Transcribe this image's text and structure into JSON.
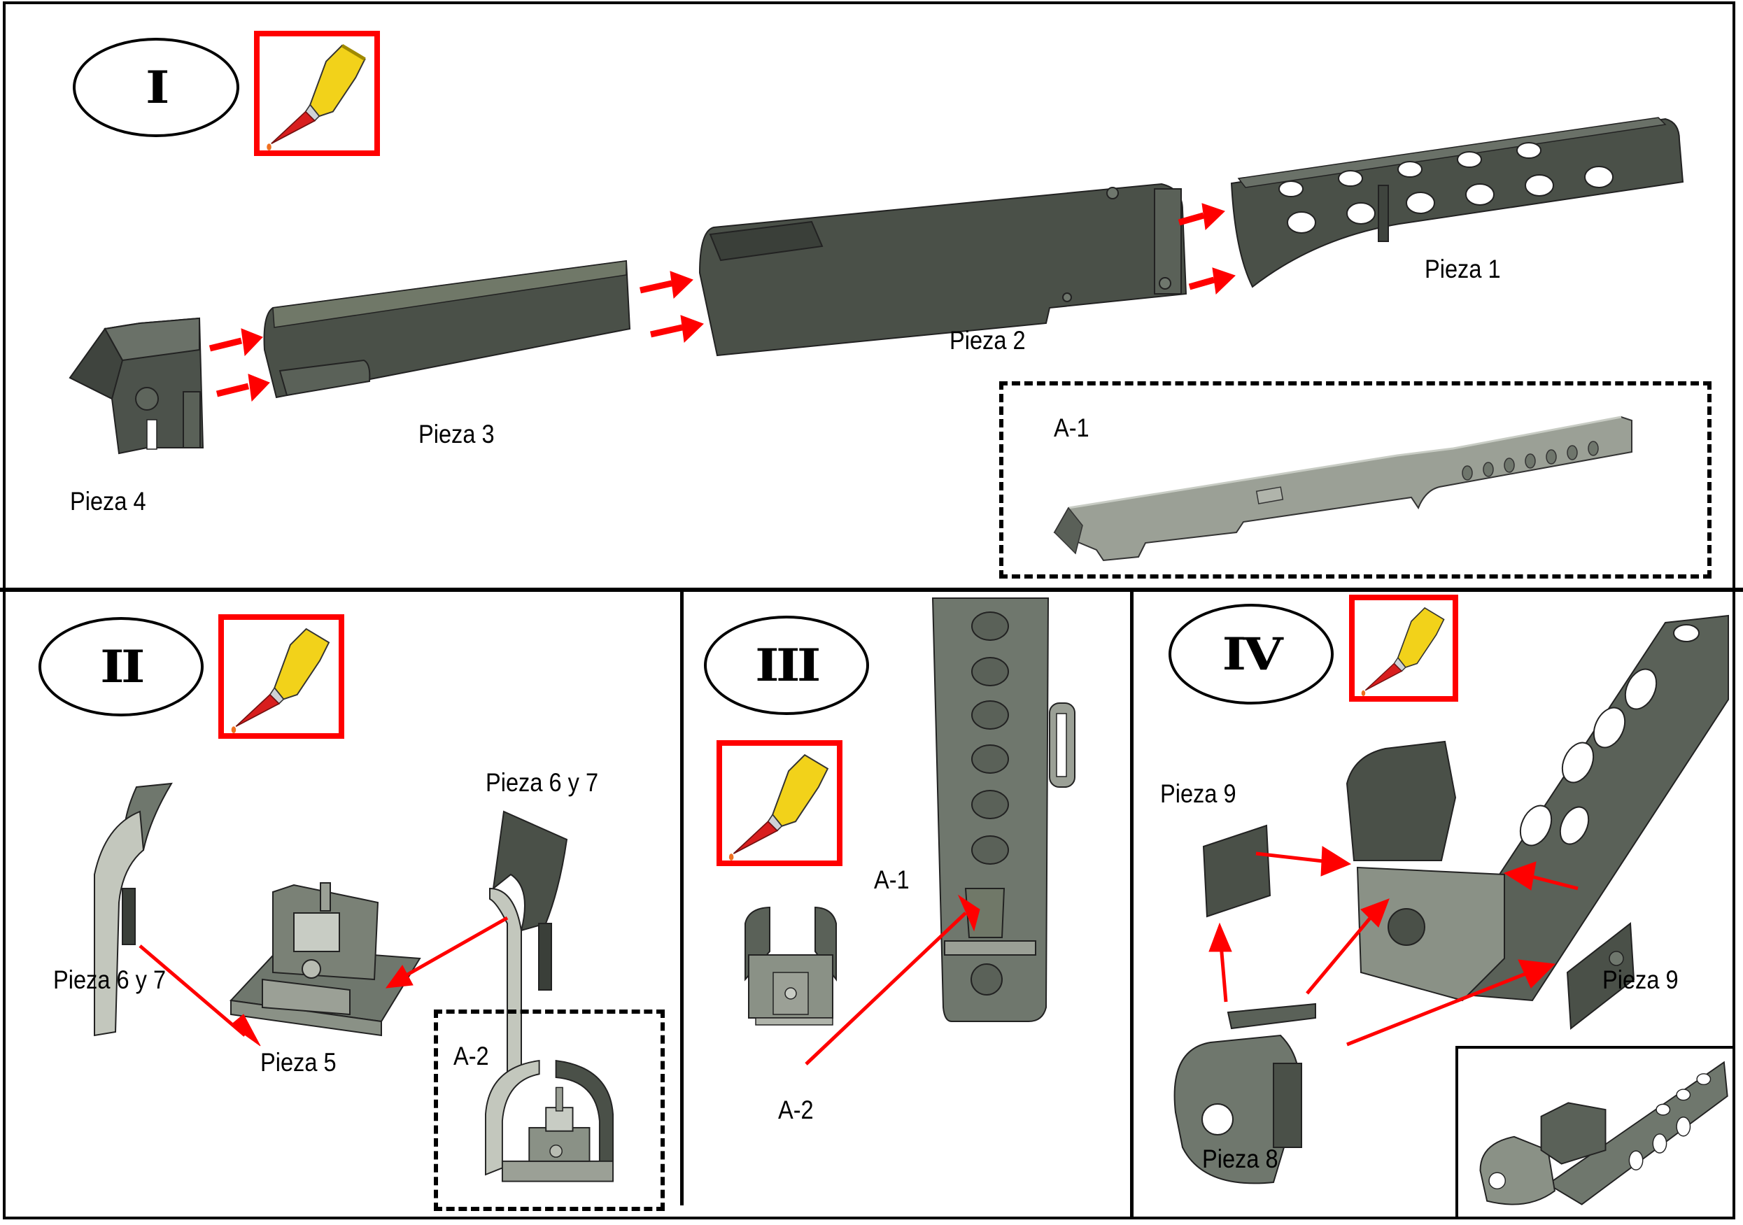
{
  "document": {
    "language": "es",
    "type": "assembly-instructions"
  },
  "colors": {
    "border": "#000000",
    "glue_frame": "#ff0000",
    "arrow": "#ff0000",
    "part_dark": "#4a5048",
    "part_mid": "#6f776d",
    "part_light": "#b9bdb4",
    "glue_tube": "#f2d21a",
    "glue_nozzle": "#d81e1e"
  },
  "steps": [
    {
      "numeral": "I",
      "glue_icon": "glue-tube-icon",
      "labels": {
        "pieza1": "Pieza 1",
        "pieza2": "Pieza 2",
        "pieza3": "Pieza 3",
        "pieza4": "Pieza 4"
      },
      "result": {
        "label": "A-1"
      }
    },
    {
      "numeral": "II",
      "glue_icon": "glue-tube-icon",
      "labels": {
        "pieza67_right": "Pieza 6 y 7",
        "pieza67_left": "Pieza 6 y 7",
        "pieza5": "Pieza 5"
      },
      "result": {
        "label": "A-2"
      }
    },
    {
      "numeral": "III",
      "glue_icon": "glue-tube-icon",
      "labels": {
        "a1": "A-1",
        "a2": "A-2"
      }
    },
    {
      "numeral": "IV",
      "glue_icon": "glue-tube-icon",
      "labels": {
        "pieza9_left": "Pieza 9",
        "pieza9_right": "Pieza 9",
        "pieza8": "Pieza 8"
      }
    }
  ]
}
